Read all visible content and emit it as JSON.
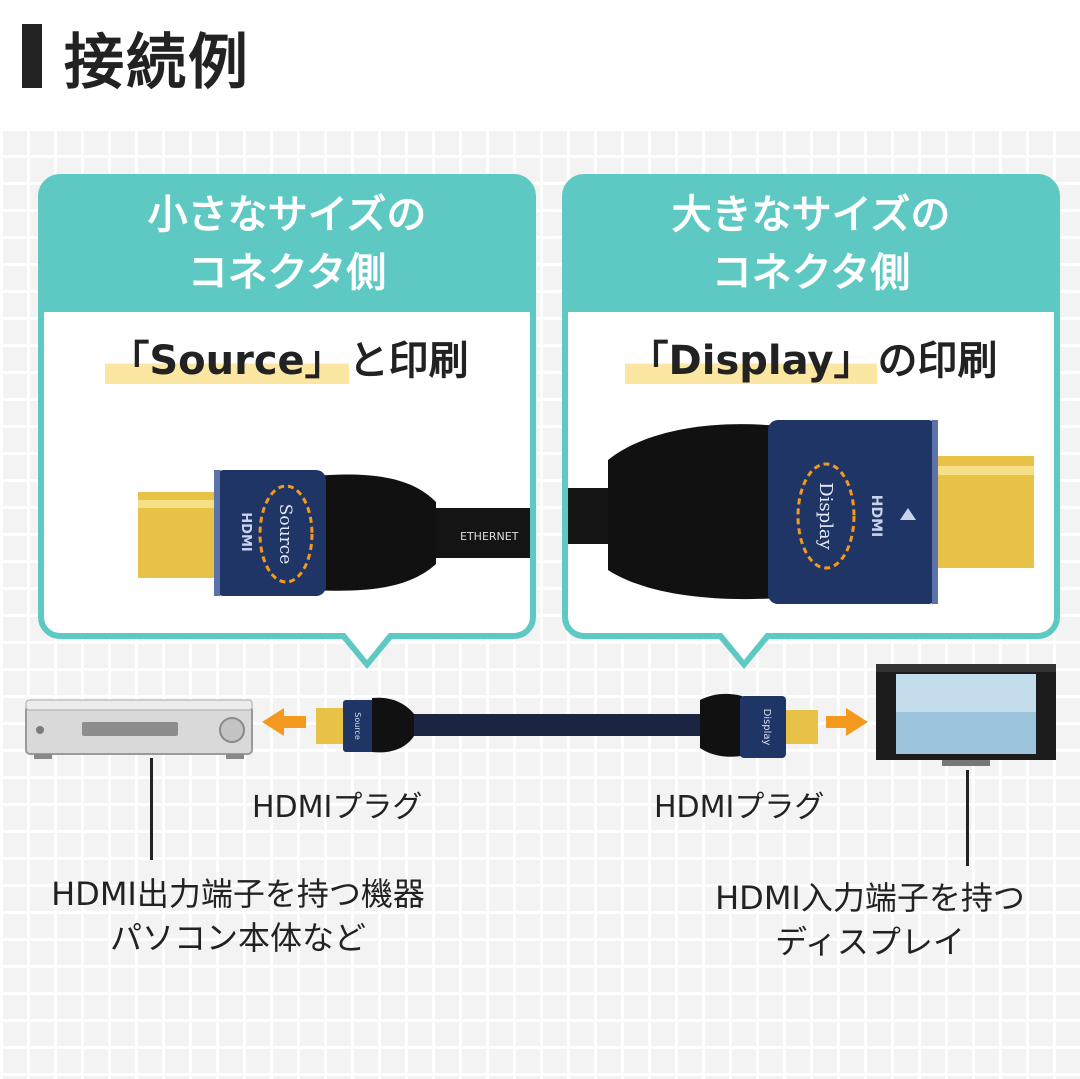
{
  "title": "接続例",
  "left_panel": {
    "heading_line1": "小さなサイズの",
    "heading_line2": "コネクタ側",
    "print_open": "「",
    "print_word": "Source",
    "print_close": "」",
    "print_suffix": "と印刷",
    "plug_logo": "HDMI",
    "plug_text": "Source",
    "cable_text": "ETHERNET"
  },
  "right_panel": {
    "heading_line1": "大きなサイズの",
    "heading_line2": "コネクタ側",
    "print_open": "「",
    "print_word": "Display",
    "print_close": "」",
    "print_suffix": "の印刷",
    "plug_logo": "HDMI",
    "plug_text": "Display"
  },
  "bottom": {
    "left_plug_label": "HDMIプラグ",
    "right_plug_label": "HDMIプラグ",
    "mini_left_text": "Source",
    "mini_right_text": "Display",
    "left_device_line1": "HDMI出力端子を持つ機器",
    "left_device_line2": "パソコン本体など",
    "right_device_line1": "HDMI入力端子を持つ",
    "right_device_line2": "ディスプレイ"
  },
  "colors": {
    "teal": "#5ec9c3",
    "arrow_orange": "#f39a1e",
    "highlight": "#fbe7a1",
    "plug_blue": "#1f3566",
    "gold": "#e7c247"
  },
  "icons": [
    "av-receiver-icon",
    "tv-display-icon",
    "arrow-left-icon",
    "arrow-right-icon"
  ]
}
